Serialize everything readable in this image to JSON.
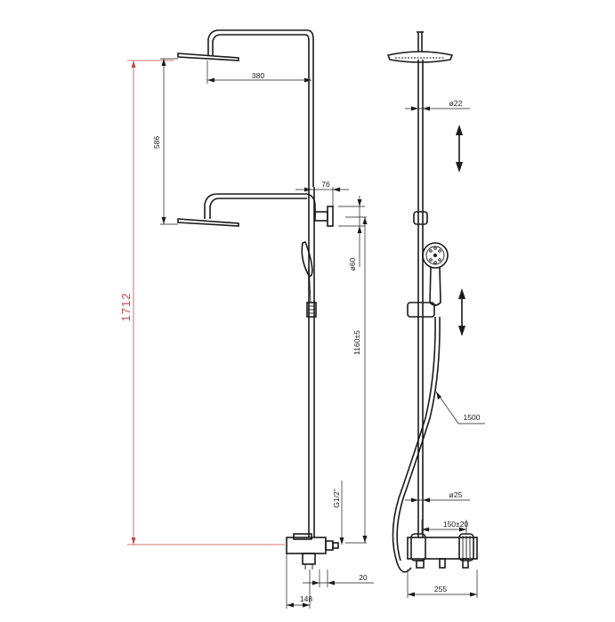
{
  "dimensions": {
    "total_height": "1712",
    "arm_reach": "380",
    "head_drop": "586",
    "bracket_offset": "76",
    "head_diameter": "ø60",
    "outlet_height": "1160±5",
    "connector": "G1/2\"",
    "front_depth": "148",
    "front_offset": "20",
    "pipe_diameter_top": "ø22",
    "pipe_diameter_bottom": "ø25",
    "hose_length": "1500",
    "inlet_spacing": "150±20",
    "mixer_width": "255"
  }
}
